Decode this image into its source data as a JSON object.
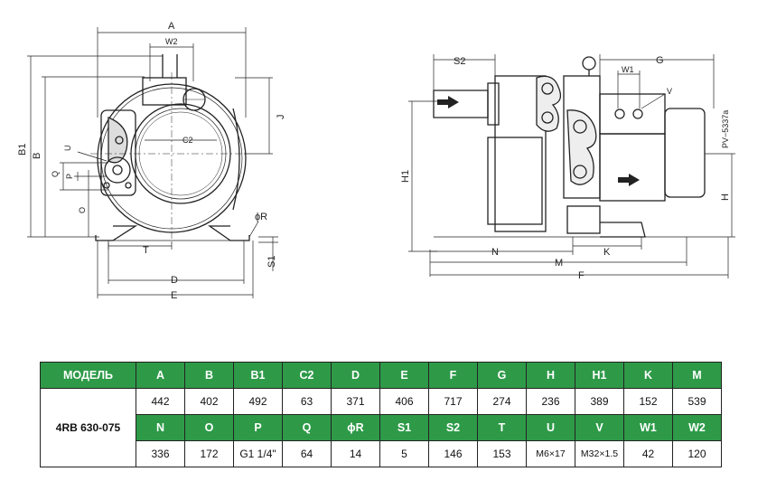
{
  "drawing": {
    "front_view_labels": {
      "A": "A",
      "W2": "W2",
      "B1": "B1",
      "B": "B",
      "U": "U",
      "Q": "Q",
      "P": "P",
      "O": "O",
      "C2": "C2",
      "J": "J",
      "phiR": "ϕR",
      "S1": "S1",
      "T": "T",
      "D": "D",
      "E": "E"
    },
    "side_view_labels": {
      "S2": "S2",
      "G": "G",
      "W1": "W1",
      "V": "V",
      "H1": "H1",
      "H": "H",
      "N": "N",
      "K": "K",
      "M": "M",
      "F": "F",
      "drawing_code": "PV−5337a"
    }
  },
  "table": {
    "model_header": "МОДЕЛЬ",
    "model_name": "4RB 630-075",
    "row1_headers": [
      "A",
      "B",
      "B1",
      "C2",
      "D",
      "E",
      "F",
      "G",
      "H",
      "H1",
      "K",
      "M"
    ],
    "row1_values": [
      "442",
      "402",
      "492",
      "63",
      "371",
      "406",
      "717",
      "274",
      "236",
      "389",
      "152",
      "539"
    ],
    "row2_headers": [
      "N",
      "O",
      "P",
      "Q",
      "ϕR",
      "S1",
      "S2",
      "T",
      "U",
      "V",
      "W1",
      "W2"
    ],
    "row2_values": [
      "336",
      "172",
      "G1 1/4\"",
      "64",
      "14",
      "5",
      "146",
      "153",
      "M6×17",
      "M32×1.5",
      "42",
      "120"
    ],
    "header_color": "#2e9a48"
  }
}
